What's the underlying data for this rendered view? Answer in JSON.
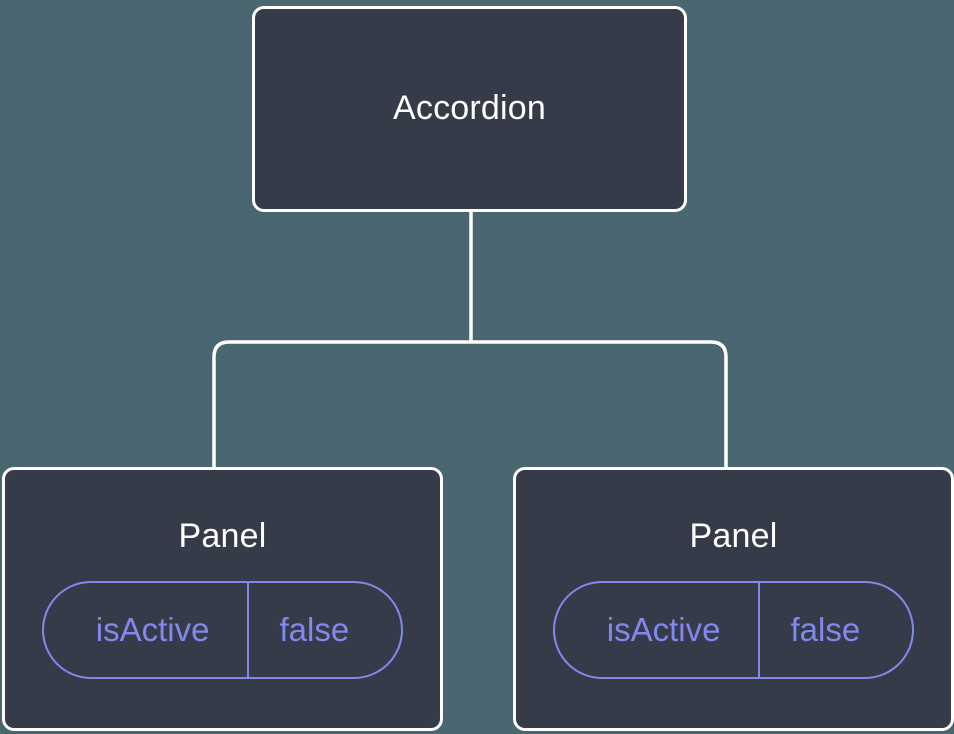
{
  "diagram": {
    "type": "component-tree",
    "background_color": "#4a6670",
    "node_fill_color": "#353b49",
    "node_border_color": "#ffffff",
    "edge_color": "#ffffff",
    "prop_accent_color": "#8289ee",
    "root": {
      "label": "Accordion"
    },
    "children": [
      {
        "label": "Panel",
        "props": [
          {
            "key": "isActive",
            "value": "false"
          }
        ]
      },
      {
        "label": "Panel",
        "props": [
          {
            "key": "isActive",
            "value": "false"
          }
        ]
      }
    ]
  }
}
